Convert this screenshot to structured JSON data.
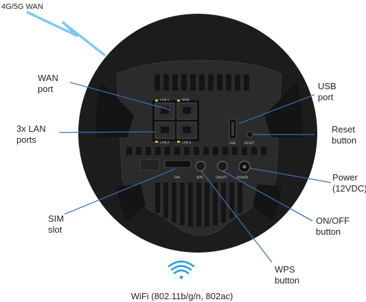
{
  "wan_label": "4G/5G WAN",
  "callouts": {
    "wan_port": [
      "WAN",
      "port"
    ],
    "lan_ports": [
      "3x LAN",
      "ports"
    ],
    "sim_slot": [
      "SIM",
      "slot"
    ],
    "usb_port": [
      "USB",
      "port"
    ],
    "reset_button": [
      "Reset",
      "button"
    ],
    "power": [
      "Power",
      "(12VDC)"
    ],
    "onoff_button": [
      "ON/OFF",
      "button"
    ],
    "wps_button": [
      "WPS",
      "button"
    ]
  },
  "wifi_label": "WiFi (802.11b/g/n, 802ac)",
  "device_labels": {
    "lan1": "LAN 1",
    "wan": "WAN",
    "lan2": "LAN 2",
    "lan3": "LAN 3",
    "usb": "USB",
    "reset": "RESET",
    "sim": "SIM",
    "wps": "WPS",
    "onoff": "ON/OFF",
    "power": "POWER"
  },
  "colors": {
    "device_body": "#1c1c1c",
    "panel": "#2a2a2a",
    "callout_line": "#3a6fb0",
    "lightning": "#7ec8f0",
    "wifi_icon": "#2aa0dc",
    "led": "#d8c23a"
  }
}
